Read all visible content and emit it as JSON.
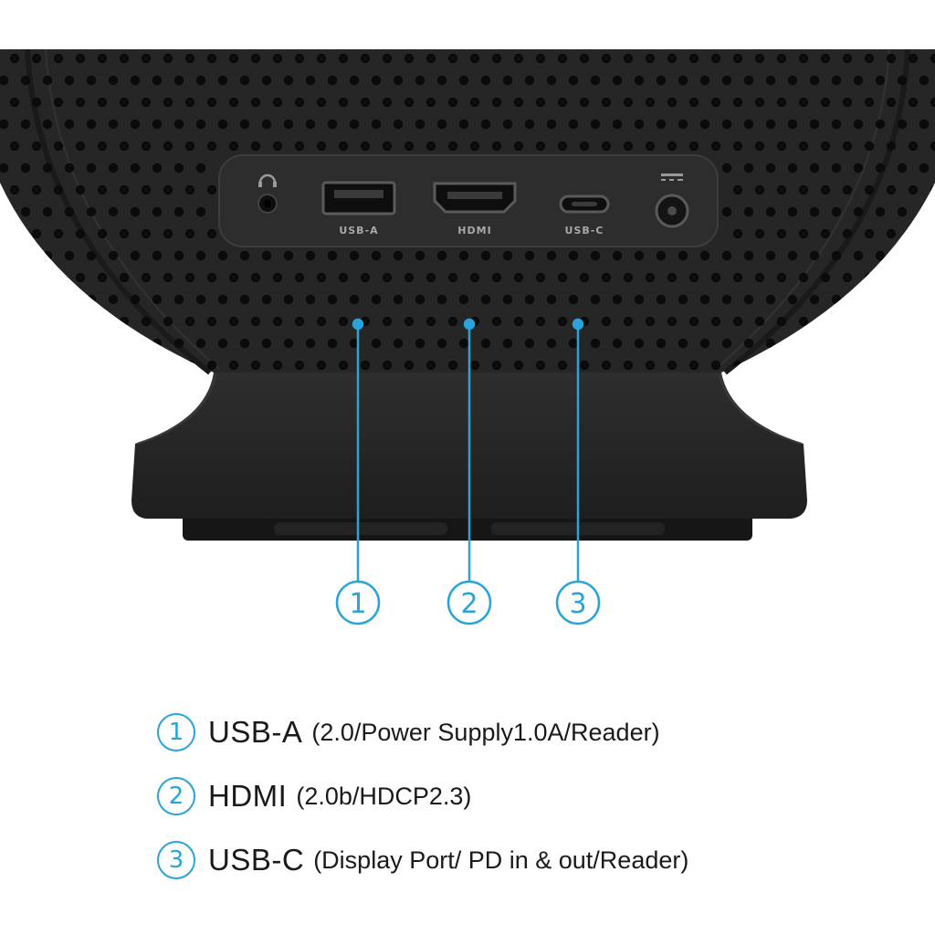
{
  "ports": {
    "usb_a": "USB-A",
    "hdmi": "HDMI",
    "usb_c": "USB-C"
  },
  "callouts": [
    {
      "number": "1"
    },
    {
      "number": "2"
    },
    {
      "number": "3"
    }
  ],
  "legend": [
    {
      "number": "1",
      "name": "USB-A",
      "detail": "(2.0/Power Supply1.0A/Reader)"
    },
    {
      "number": "2",
      "name": "HDMI",
      "detail": "(2.0b/HDCP2.3)"
    },
    {
      "number": "3",
      "name": "USB-C",
      "detail": "(Display Port/ PD in & out/Reader)"
    }
  ],
  "colors": {
    "accent": "#29a3db",
    "device": "#232323",
    "text": "#1a1a1a"
  }
}
